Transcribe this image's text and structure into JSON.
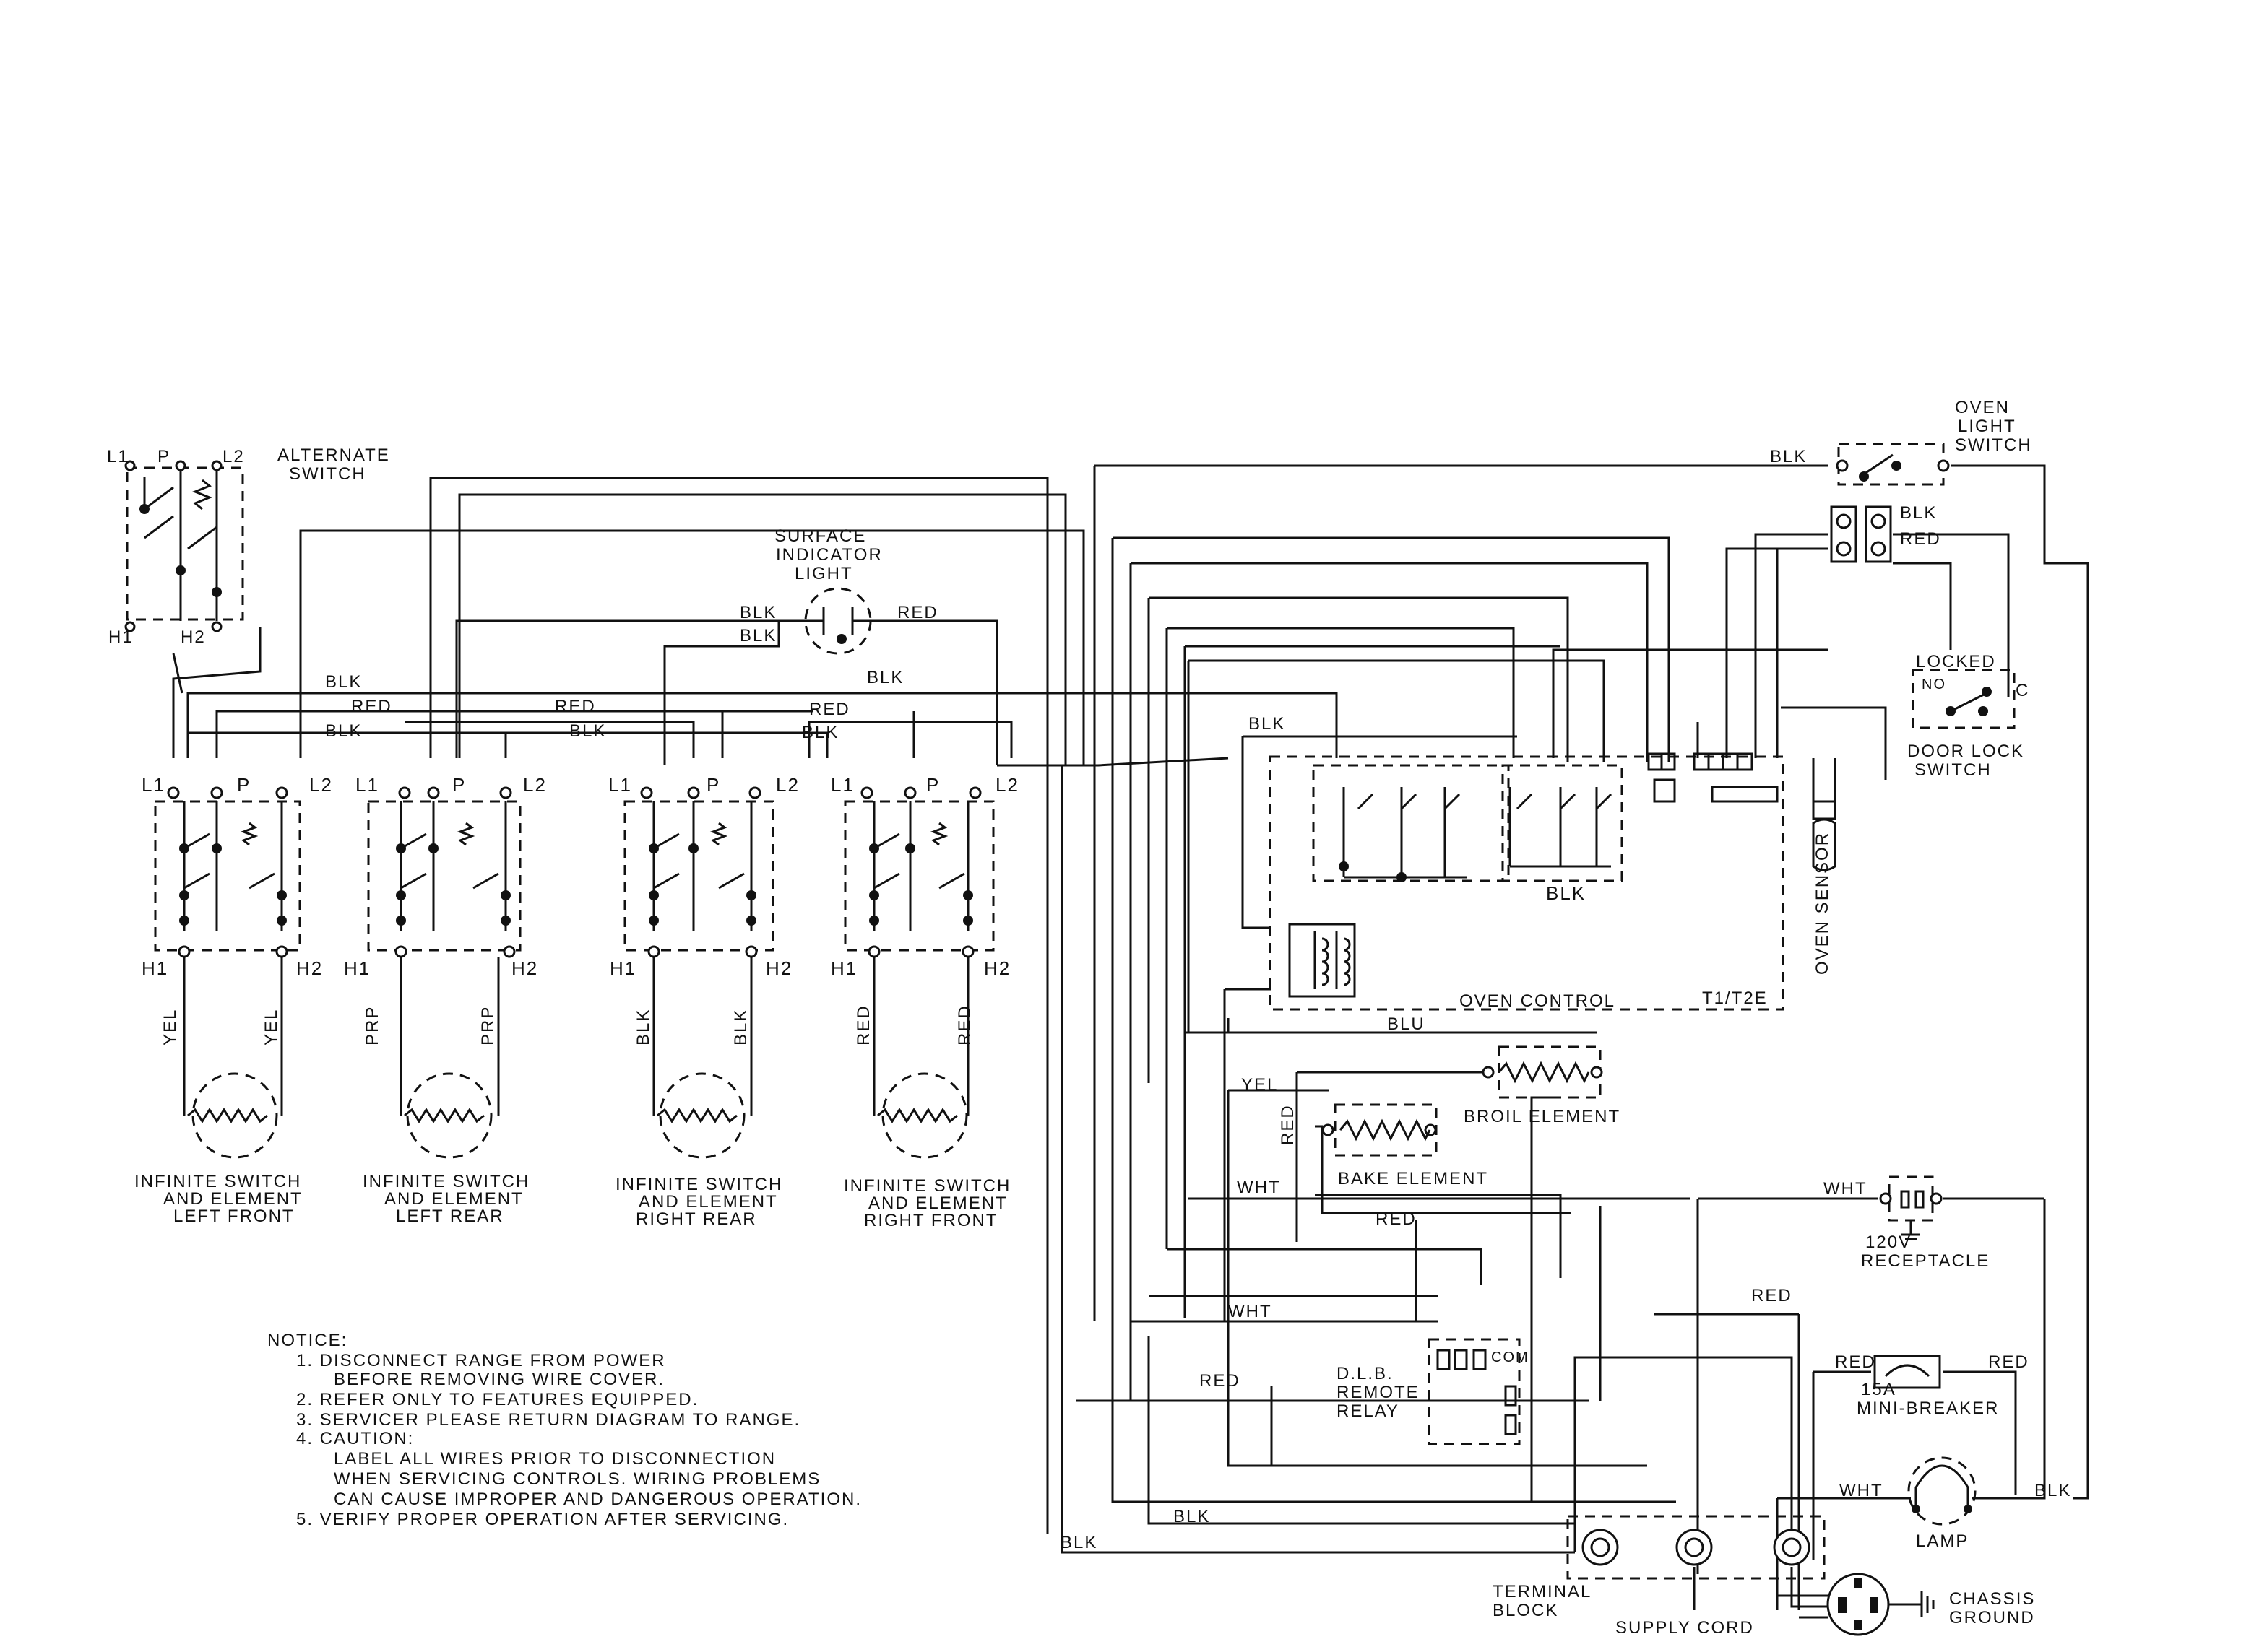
{
  "alternate_switch": {
    "label_line1": "ALTERNATE",
    "label_line2": "SWITCH",
    "t_l1": "L1",
    "t_p": "P",
    "t_l2": "L2",
    "t_h1": "H1",
    "t_h2": "H2"
  },
  "terminals": {
    "l1": "L1",
    "p": "P",
    "l2": "L2",
    "h1": "H1",
    "h2": "H2"
  },
  "elements": [
    {
      "caption_line1": "INFINITE SWITCH",
      "caption_line2": "AND ELEMENT",
      "caption_line3": "LEFT FRONT",
      "wire_left": "YEL",
      "wire_right": "YEL"
    },
    {
      "caption_line1": "INFINITE SWITCH",
      "caption_line2": "AND ELEMENT",
      "caption_line3": "LEFT REAR",
      "wire_left": "PRP",
      "wire_right": "PRP"
    },
    {
      "caption_line1": "INFINITE SWITCH",
      "caption_line2": "AND ELEMENT",
      "caption_line3": "RIGHT REAR",
      "wire_left": "BLK",
      "wire_right": "BLK"
    },
    {
      "caption_line1": "INFINITE SWITCH",
      "caption_line2": "AND ELEMENT",
      "caption_line3": "RIGHT FRONT",
      "wire_left": "RED",
      "wire_right": "RED"
    }
  ],
  "surface_light": {
    "line1": "SURFACE",
    "line2": "INDICATOR",
    "line3": "LIGHT"
  },
  "wire_labels": {
    "blk": "BLK",
    "red": "RED",
    "wht": "WHT",
    "yel": "YEL",
    "blu": "BLU"
  },
  "oven_light_switch": {
    "line1": "OVEN",
    "line2": "LIGHT",
    "line3": "SWITCH"
  },
  "door_lock_switch": {
    "locked": "LOCKED",
    "no": "NO",
    "c": "C",
    "line1": "DOOR LOCK",
    "line2": "SWITCH"
  },
  "oven_control": {
    "label": "OVEN CONTROL",
    "model": "T1/T2E",
    "blk_group": "BLK"
  },
  "oven_sensor": {
    "label": "OVEN SENSOR"
  },
  "broil_element": {
    "label": "BROIL ELEMENT"
  },
  "bake_element": {
    "label": "BAKE ELEMENT"
  },
  "receptacle": {
    "line1": "120V",
    "line2": "RECEPTACLE"
  },
  "relay": {
    "line1": "D.L.B.",
    "line2": "REMOTE",
    "line3": "RELAY",
    "com": "COM"
  },
  "breaker": {
    "line1": "15A",
    "line2": "MINI-BREAKER"
  },
  "lamp": {
    "label": "LAMP"
  },
  "terminal_block": {
    "line1": "TERMINAL",
    "line2": "BLOCK"
  },
  "supply_cord": {
    "label": "SUPPLY CORD"
  },
  "chassis_ground": {
    "line1": "CHASSIS",
    "line2": "GROUND"
  },
  "notice": {
    "heading": "NOTICE:",
    "lines": [
      "1.  DISCONNECT RANGE FROM POWER",
      "BEFORE REMOVING WIRE COVER.",
      "2.  REFER ONLY TO FEATURES EQUIPPED.",
      "3.  SERVICER PLEASE RETURN DIAGRAM TO RANGE.",
      "4.  CAUTION:",
      "LABEL ALL WIRES PRIOR TO DISCONNECTION",
      "WHEN SERVICING CONTROLS. WIRING PROBLEMS",
      "CAN CAUSE IMPROPER AND DANGEROUS OPERATION.",
      "5.  VERIFY PROPER OPERATION AFTER SERVICING."
    ]
  }
}
